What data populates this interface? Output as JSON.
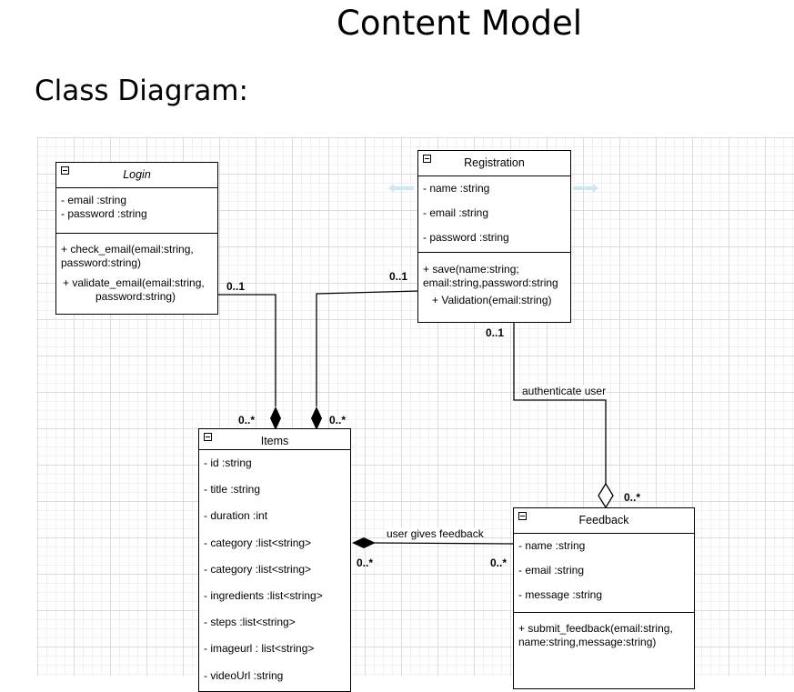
{
  "title": "Content Model",
  "subtitle": "Class Diagram:",
  "classes": {
    "login": {
      "name": "Login",
      "attributes": [
        "- email :string",
        "- password :string"
      ],
      "methods": [
        "+ check_email(email:string,",
        "password:string)",
        "+ validate_email(email:string,",
        "password:string)"
      ]
    },
    "registration": {
      "name": "Registration",
      "attributes": [
        "- name :string",
        "- email :string",
        "- password :string"
      ],
      "methods": [
        "+ save(name:string;",
        "email:string,password:string",
        "+ Validation(email:string)"
      ]
    },
    "items": {
      "name": "Items",
      "attributes": [
        "- id :string",
        "- title :string",
        "- duration :int",
        "- category :list<string>",
        "- category :list<string>",
        "- ingredients :list<string>",
        "- steps :list<string>",
        "- imageurl : list<string>",
        "- videoUrl :string"
      ]
    },
    "feedback": {
      "name": "Feedback",
      "attributes": [
        "- name :string",
        "- email :string",
        "- message :string"
      ],
      "methods": [
        "+ submit_feedback(email:string,",
        "name:string,message:string)"
      ]
    }
  },
  "associations": {
    "login_items": {
      "source_mult": "0..1",
      "target_mult": "0..*"
    },
    "registration_items": {
      "source_mult": "0..1",
      "target_mult": "0..*"
    },
    "registration_feedback": {
      "label": "authenticate user",
      "source_mult": "0..1",
      "target_mult": "0..*"
    },
    "items_feedback": {
      "label": "user gives feedback",
      "source_mult": "0..*",
      "target_mult": "0..*"
    }
  },
  "colors": {
    "line": "#000000",
    "grid": "#dcdcdc",
    "handle": "#cce8f6"
  }
}
